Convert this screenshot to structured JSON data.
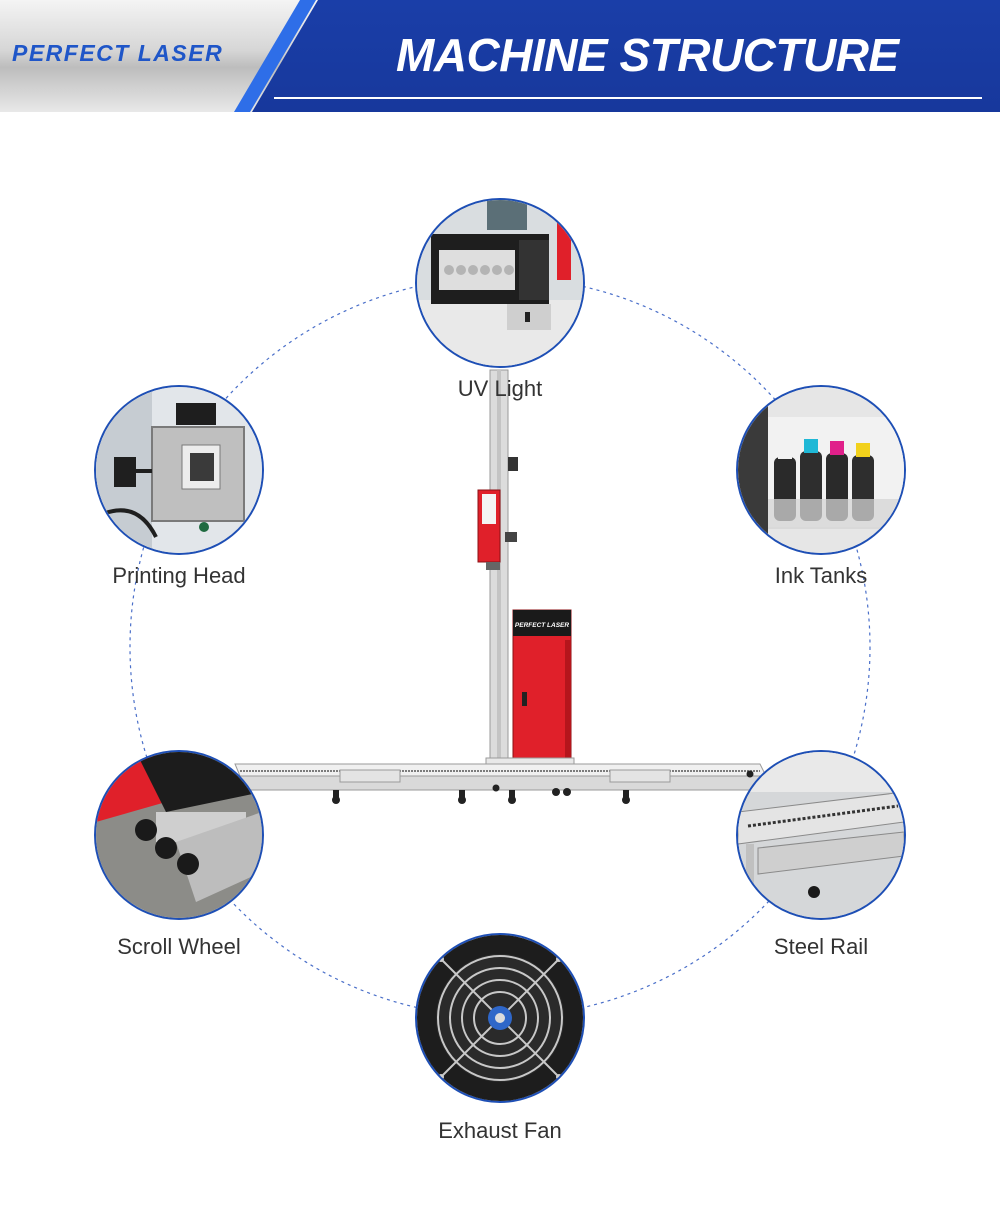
{
  "header": {
    "brand": "PERFECT LASER",
    "title": "MACHINE STRUCTURE"
  },
  "machine": {
    "cabinet_brand": "PERFECT LASER"
  },
  "parts": [
    {
      "label": "UV Light",
      "icon": "uv-light-photo"
    },
    {
      "label": "Printing Head",
      "icon": "printing-head-photo"
    },
    {
      "label": "Ink Tanks",
      "icon": "ink-tanks-photo"
    },
    {
      "label": "Scroll Wheel",
      "icon": "scroll-wheel-photo"
    },
    {
      "label": "Steel Rail",
      "icon": "steel-rail-photo"
    },
    {
      "label": "Exhaust Fan",
      "icon": "exhaust-fan-photo"
    }
  ],
  "colors": {
    "header_blue": "#1a3ea8",
    "accent_blue": "#1e4fb5",
    "cabinet_red": "#e0202a",
    "label_text": "#333333"
  }
}
